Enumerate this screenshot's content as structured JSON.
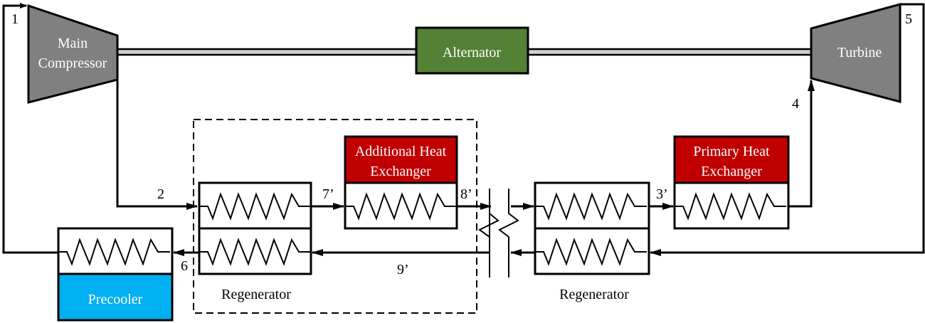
{
  "components": {
    "main_compressor": {
      "line1": "Main",
      "line2": "Compressor"
    },
    "alternator": "Alternator",
    "turbine": "Turbine",
    "additional_hx": {
      "line1": "Additional Heat",
      "line2": "Exchanger"
    },
    "primary_hx": {
      "line1": "Primary Heat",
      "line2": "Exchanger"
    },
    "precooler": "Precooler",
    "regenerator_left": "Regenerator",
    "regenerator_right": "Regenerator"
  },
  "state_points": {
    "p1": "1",
    "p2": "2",
    "p3": "3’",
    "p4": "4",
    "p5": "5",
    "p6": "6",
    "p7": "7’",
    "p8": "8’",
    "p9": "9’"
  },
  "colors": {
    "machine_gray": "#808080",
    "alternator_green": "#538135",
    "heater_red": "#c00000",
    "cooler_blue": "#00b0f0"
  }
}
